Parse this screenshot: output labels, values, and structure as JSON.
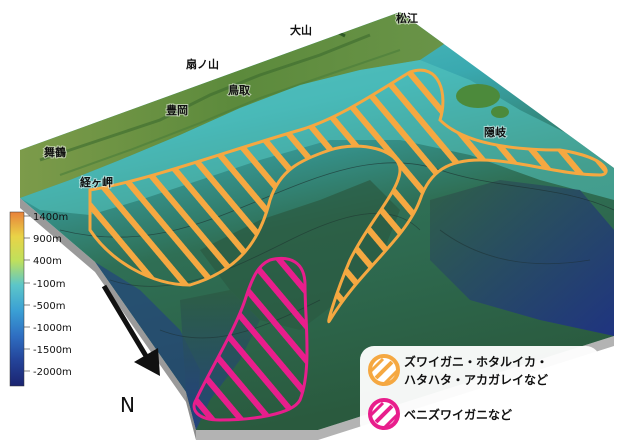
{
  "places": {
    "matsue": "松江",
    "daisen": "大山",
    "ougi": "扇ノ山",
    "tottori": "鳥取",
    "toyooka": "豊岡",
    "oki": "隠岐",
    "maizuru": "舞鶴",
    "kyogamisaki": "経ヶ岬"
  },
  "scale": {
    "labels": [
      "1400m",
      "900m",
      "400m",
      "-100m",
      "-500m",
      "-1000m",
      "-1500m",
      "-2000m"
    ],
    "colors": [
      "#e8823a",
      "#e9d347",
      "#bfe05c",
      "#5cc6c9",
      "#3a9fd4",
      "#2f6fc2",
      "#24449a",
      "#1b2470"
    ]
  },
  "north": {
    "label": "N"
  },
  "legend": {
    "species_a_line1": "ズワイガニ・ホタルイカ・",
    "species_a_line2": "ハタハタ・アカガレイなど",
    "species_a_color": "#f5a841",
    "species_b": "ベニズワイガニなど",
    "species_b_color": "#e81e8c"
  },
  "colors": {
    "land": "#3f7a35",
    "shelf": "#4fc1bd",
    "deep": "#274a8a",
    "slope": "#2d5c3c"
  }
}
